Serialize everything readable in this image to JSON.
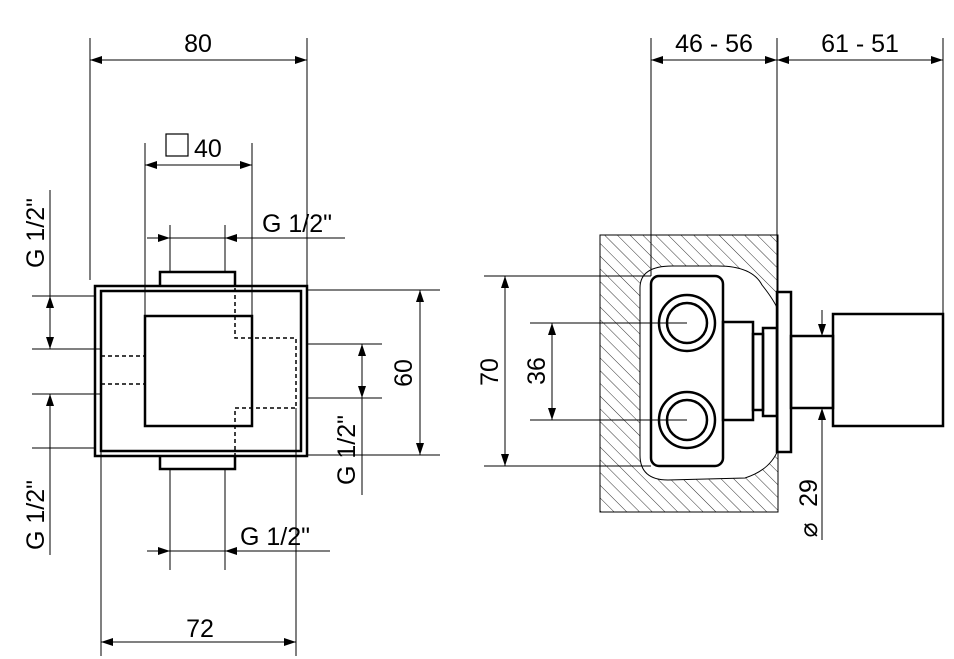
{
  "front_view": {
    "width_overall": "80",
    "square_size_symbol": "square-icon",
    "square_size": "40",
    "thread_top": "G 1/2\"",
    "thread_left_upper": "G 1/2\"",
    "thread_left_lower": "G 1/2\"",
    "thread_right": "G 1/2\"",
    "thread_bottom": "G 1/2\"",
    "height_overall": "60",
    "width_base": "72"
  },
  "side_view": {
    "depth_range_left": "46 - 56",
    "depth_range_right": "61 - 51",
    "height_box": "70",
    "port_spacing": "36",
    "diameter_symbol": "⌀",
    "diameter": "29"
  },
  "colors": {
    "line": "#000000",
    "background": "#ffffff"
  }
}
